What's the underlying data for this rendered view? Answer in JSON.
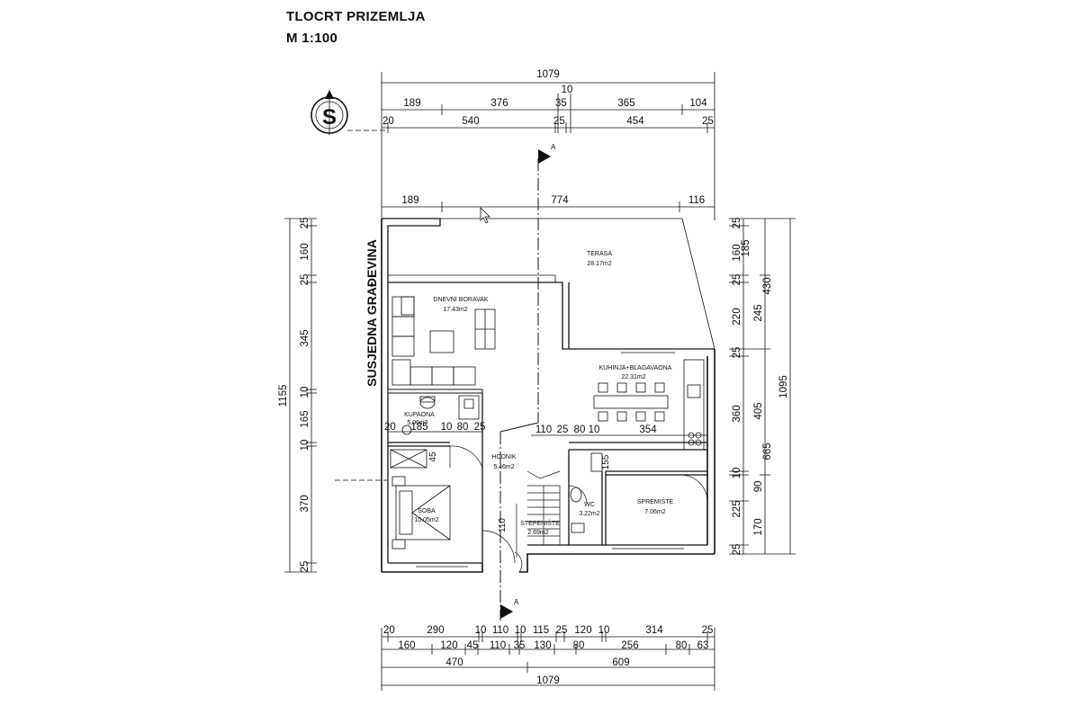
{
  "title": "TLOCRT PRIZEMLJA",
  "scale": "M 1:100",
  "north_symbol": "S",
  "neighbor_label": "SUSJEDNA GRAĐEVINA",
  "section_marker": "A",
  "rooms": [
    {
      "name": "TERASA",
      "area": "28.17m2"
    },
    {
      "name": "DNEVNI  BORAVAK",
      "area": "17.43m2"
    },
    {
      "name": "KUHINJA+BLAGAVAONA",
      "area": "22.31m2"
    },
    {
      "name": "KUPAONA",
      "area": "5.06m2"
    },
    {
      "name": "HODNIK",
      "area": "5.46m2"
    },
    {
      "name": "SOBA",
      "area": "10.05m2"
    },
    {
      "name": "STEPENIŠTE",
      "area": "2.69m2"
    },
    {
      "name": "WC",
      "area": "3.22m2"
    },
    {
      "name": "SPREMIŠTE",
      "area": "7.06m2"
    }
  ],
  "dims_top": {
    "overall": "1079",
    "small_10": "10",
    "row1": [
      "189",
      "376",
      "365",
      "104"
    ],
    "row2": [
      "20",
      "540",
      "25",
      "35",
      "454",
      "25"
    ],
    "row3": [
      "189",
      "774",
      "116"
    ]
  },
  "dims_bottom": {
    "row1": [
      "20",
      "290",
      "10",
      "110",
      "10",
      "115",
      "25",
      "120",
      "10",
      "314",
      "25"
    ],
    "row2": [
      "160",
      "120",
      "45",
      "110",
      "35",
      "130",
      "80",
      "256",
      "80",
      "63"
    ],
    "row3": [
      "470",
      "609"
    ],
    "overall": "1079"
  },
  "dims_left": {
    "overall": "1155",
    "segments": [
      "25",
      "160",
      "25",
      "345",
      "10",
      "165",
      "10",
      "370",
      "25"
    ]
  },
  "dims_right": {
    "inner": [
      "25",
      "185",
      "160",
      "25",
      "245",
      "220",
      "25",
      "360",
      "405",
      "10",
      "90",
      "225",
      "170",
      "25"
    ],
    "mid": [
      "430",
      "665"
    ],
    "overall": "1095"
  },
  "dims_interior": {
    "bath_row": [
      "20",
      "185",
      "10",
      "80",
      "25"
    ],
    "kitchen_row": [
      "110",
      "25",
      "80",
      "10",
      "354"
    ],
    "wc_depth": "155",
    "stair_depth": "110",
    "bath_side": "45"
  }
}
